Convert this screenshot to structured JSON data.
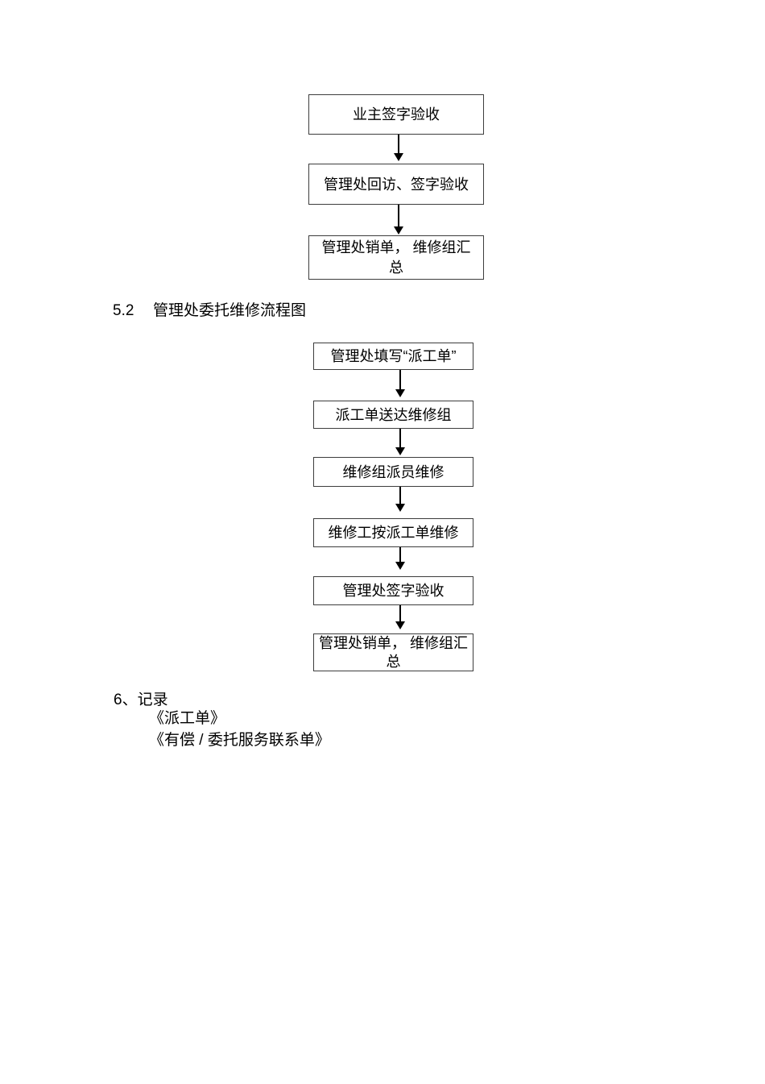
{
  "document": {
    "section_5_2": {
      "number": "5.2",
      "title": "管理处委托维修流程图"
    },
    "section_6": {
      "number": "6、",
      "title": "记录"
    },
    "records": [
      "《派工单》",
      "《有偿 / 委托服务联系单》"
    ],
    "flowchart_repair_acceptance": {
      "steps": [
        {
          "label": "业主签字验收"
        },
        {
          "label": "管理处回访、签字验收"
        },
        {
          "lines": [
            "管理处销单， 维修组汇",
            "总"
          ]
        }
      ]
    },
    "flowchart_delegated_repair": {
      "steps": [
        {
          "label": "管理处填写“派工单”"
        },
        {
          "label": "派工单送达维修组"
        },
        {
          "label": "维修组派员维修"
        },
        {
          "label": "维修工按派工单维修"
        },
        {
          "label": "管理处签字验收"
        },
        {
          "lines": [
            "管理处销单， 维修组汇",
            "总"
          ]
        }
      ]
    }
  },
  "colors": {
    "page_bg": "#ffffff",
    "box_border": "#3d3d3d",
    "arrow": "#000000",
    "text": "#000000"
  }
}
